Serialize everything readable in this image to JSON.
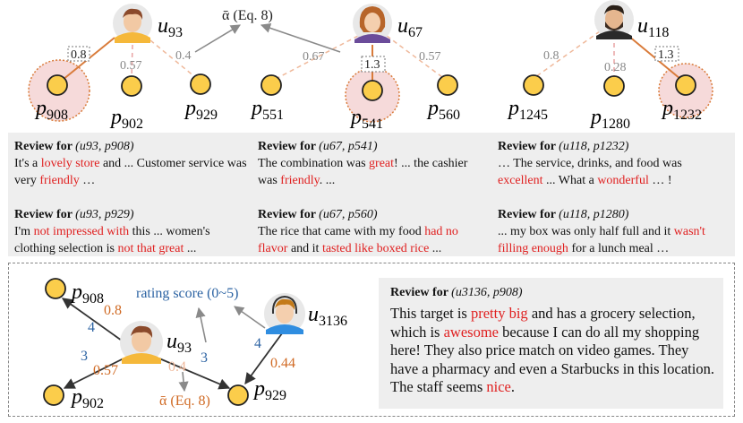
{
  "top": {
    "users": [
      {
        "label": "u",
        "sub": "93"
      },
      {
        "label": "u",
        "sub": "67"
      },
      {
        "label": "u",
        "sub": "118"
      }
    ],
    "places": [
      {
        "label": "p",
        "sub": "908"
      },
      {
        "label": "p",
        "sub": "902"
      },
      {
        "label": "p",
        "sub": "929"
      },
      {
        "label": "p",
        "sub": "551"
      },
      {
        "label": "p",
        "sub": "541"
      },
      {
        "label": "p",
        "sub": "560"
      },
      {
        "label": "p",
        "sub": "1245"
      },
      {
        "label": "p",
        "sub": "1280"
      },
      {
        "label": "p",
        "sub": "1232"
      }
    ],
    "edge_weights": {
      "u93_p908": "0.8",
      "u93_p902": "0.57",
      "u93_p929": "0.4",
      "u67_p551": "0.67",
      "u67_p541": "1.3",
      "u67_p560": "0.57",
      "u118_p1245": "0.8",
      "u118_p1280": "0.28",
      "u118_p1232": "1.3"
    },
    "alpha_label": "ᾱ (Eq. 8)"
  },
  "reviews": [
    {
      "title": "Review for",
      "pair": "(u93, p908)",
      "segments": [
        {
          "t": "It's a ",
          "red": false
        },
        {
          "t": "lovely store",
          "red": true
        },
        {
          "t": " and ... Customer service was very ",
          "red": false
        },
        {
          "t": "friendly",
          "red": true
        },
        {
          "t": " …",
          "red": false
        }
      ]
    },
    {
      "title": "Review for",
      "pair": "(u67, p541)",
      "segments": [
        {
          "t": "The combination was ",
          "red": false
        },
        {
          "t": "great",
          "red": true
        },
        {
          "t": "! ... the cashier was ",
          "red": false
        },
        {
          "t": "friendly",
          "red": true
        },
        {
          "t": ". ...",
          "red": false
        }
      ]
    },
    {
      "title": "Review for",
      "pair": "(u118, p1232)",
      "segments": [
        {
          "t": "… The service, drinks, and food was ",
          "red": false
        },
        {
          "t": "excellent",
          "red": true
        },
        {
          "t": " ... What a ",
          "red": false
        },
        {
          "t": "wonderful",
          "red": true
        },
        {
          "t": " … !",
          "red": false
        }
      ]
    },
    {
      "title": "Review for",
      "pair": "(u93, p929)",
      "segments": [
        {
          "t": "I'm ",
          "red": false
        },
        {
          "t": "not impressed with",
          "red": true
        },
        {
          "t": " this ... women's clothing selection is ",
          "red": false
        },
        {
          "t": "not that great",
          "red": true
        },
        {
          "t": " ...",
          "red": false
        }
      ]
    },
    {
      "title": "Review for",
      "pair": "(u67, p560)",
      "segments": [
        {
          "t": "The rice that came with my food ",
          "red": false
        },
        {
          "t": "had no flavor",
          "red": true
        },
        {
          "t": " and it ",
          "red": false
        },
        {
          "t": "tasted like boxed rice",
          "red": true
        },
        {
          "t": " ...",
          "red": false
        }
      ]
    },
    {
      "title": "Review for",
      "pair": "(u118, p1280)",
      "segments": [
        {
          "t": "... my box was only half full and it ",
          "red": false
        },
        {
          "t": "wasn't filling enough",
          "red": true
        },
        {
          "t": " for a lunch meal …",
          "red": false
        }
      ]
    }
  ],
  "bottom": {
    "rating_label": "rating score (0~5)",
    "alpha_label": "ᾱ (Eq. 8)",
    "users": [
      {
        "label": "u",
        "sub": "93"
      },
      {
        "label": "u",
        "sub": "3136"
      }
    ],
    "places": [
      {
        "label": "p",
        "sub": "908"
      },
      {
        "label": "p",
        "sub": "902"
      },
      {
        "label": "p",
        "sub": "929"
      }
    ],
    "ratings": {
      "u93_p908": "4",
      "u93_p902": "3",
      "u93_p929": "3",
      "u3136_p929": "4"
    },
    "weights": {
      "u93_p908": "0.8",
      "u93_p902": "0.57",
      "u93_p929": "0.4",
      "u3136_p929": "0.44"
    },
    "review": {
      "title": "Review for",
      "pair": "(u3136, p908)",
      "segments": [
        {
          "t": "This target is ",
          "red": false
        },
        {
          "t": "pretty big",
          "red": true
        },
        {
          "t": " and has a grocery selection, which is ",
          "red": false
        },
        {
          "t": "awesome",
          "red": true
        },
        {
          "t": " because I can do all my shopping here! They also price match on video games. They have a pharmacy and even a Starbucks in this location. The staff seems ",
          "red": false
        },
        {
          "t": "nice",
          "red": true
        },
        {
          "t": ".",
          "red": false
        }
      ]
    }
  },
  "colors": {
    "node_fill": "#fbcd4b",
    "edge_orange": "#d97b3a",
    "edge_light_orange": "#efb89a",
    "edge_pink_dashed": "#e9a3a3",
    "gray_arrow": "#8a8a8a",
    "rating_blue": "#2c63a3",
    "weight_orange": "#d06a24",
    "highlight_circle": "#f6dada",
    "red_text": "#e02020",
    "panel_gray": "#eeeeee"
  }
}
